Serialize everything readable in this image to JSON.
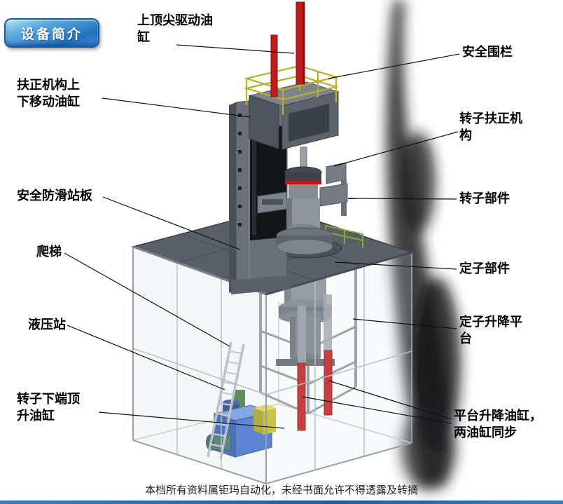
{
  "badge": {
    "label": "设备简介"
  },
  "labels": {
    "top_drive_cylinder": "上顶尖驱动油\n缸",
    "safety_fence": "安全围栏",
    "centering_updown_cylinder": "扶正机构上\n下移动油缸",
    "rotor_centering_mechanism": "转子扶正机\n构",
    "antislip_plate": "安全防滑站板",
    "rotor_part": "转子部件",
    "ladder": "爬梯",
    "stator_part": "定子部件",
    "hydraulic_station": "液压站",
    "stator_lift_platform": "定子升降平\n台",
    "rotor_bottom_jack_cylinder": "转子下端顶\n升油缸",
    "platform_lift_cylinders": "平台升降油缸，\n两油缸同步"
  },
  "watermark": "本档所有资料属钜玛自动化，未经书面允许不得透露及转摘",
  "colors": {
    "badge_blue": "#1f72c2",
    "cylinder_red": "#c41c1c",
    "railing_yellow": "#b6b028",
    "hydraulic_blue": "#2a58b2",
    "platform_gray": "#596068"
  }
}
